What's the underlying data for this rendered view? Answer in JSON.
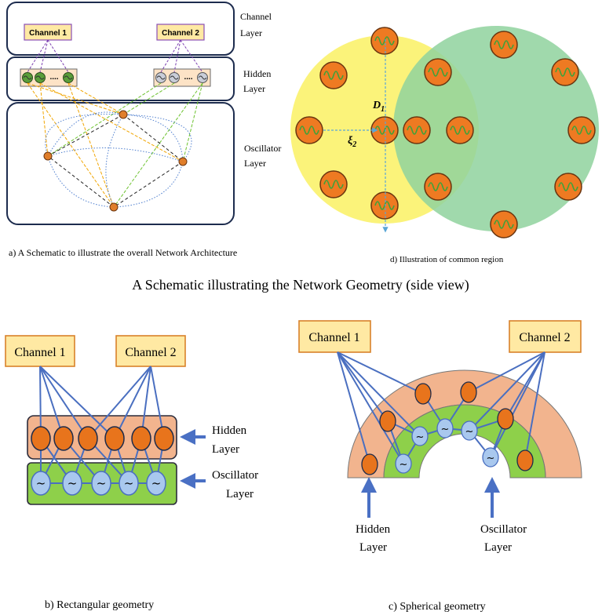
{
  "panel_a": {
    "box_channel_1": "Channel 1",
    "box_channel_2": "Channel 2",
    "dots": "....",
    "label_channel": [
      "Channel",
      "Layer"
    ],
    "label_hidden": [
      "Hidden",
      "Layer"
    ],
    "label_oscillator": [
      "Oscillator",
      "Layer"
    ],
    "caption": "a) A Schematic to illustrate the overall Network Architecture"
  },
  "panel_d": {
    "label_d1": "D",
    "label_d1_sub": "1",
    "label_xi": "ξ",
    "label_xi_sub": "2",
    "caption": "d) Illustration of common region"
  },
  "main_title": "A Schematic illustrating the Network Geometry (side view)",
  "panel_b": {
    "channel_1": "Channel 1",
    "channel_2": "Channel 2",
    "hidden_label": [
      "Hidden",
      "Layer"
    ],
    "oscillator_label": [
      "Oscillator",
      "Layer"
    ],
    "tilde": "~",
    "caption": "b) Rectangular geometry"
  },
  "panel_c": {
    "channel_1": "Channel 1",
    "channel_2": "Channel 2",
    "hidden_label": [
      "Hidden",
      "Layer"
    ],
    "oscillator_label": [
      "Oscillator",
      "Layer"
    ],
    "tilde": "~",
    "caption": "c) Spherical geometry"
  },
  "colors": {
    "orange": "#e8741c",
    "orange_stroke": "#7a3a10",
    "peach": "#f2b48e",
    "green": "#8ed04a",
    "yellow_circle": "#fbf47a",
    "green_circle": "#8fd6a0",
    "channel_fill": "#ffe9a3",
    "channel_stroke": "#d9822b",
    "blue_node": "#a9c8ee",
    "link_blue": "#4a6fc0"
  }
}
